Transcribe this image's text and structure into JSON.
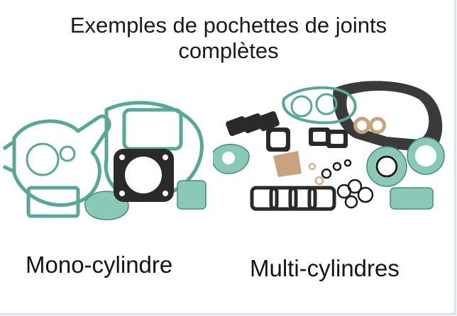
{
  "title": {
    "line1": "Exemples de pochettes de joints",
    "line2": "complètes"
  },
  "captions": {
    "left": "Mono-cylindre",
    "right": "Multi-cylindres"
  },
  "colors": {
    "gasket_green": "#57a896",
    "gasket_green_light": "#8cc8b7",
    "gasket_dark": "#2a2a2a",
    "gasket_copper": "#c9a27e"
  }
}
